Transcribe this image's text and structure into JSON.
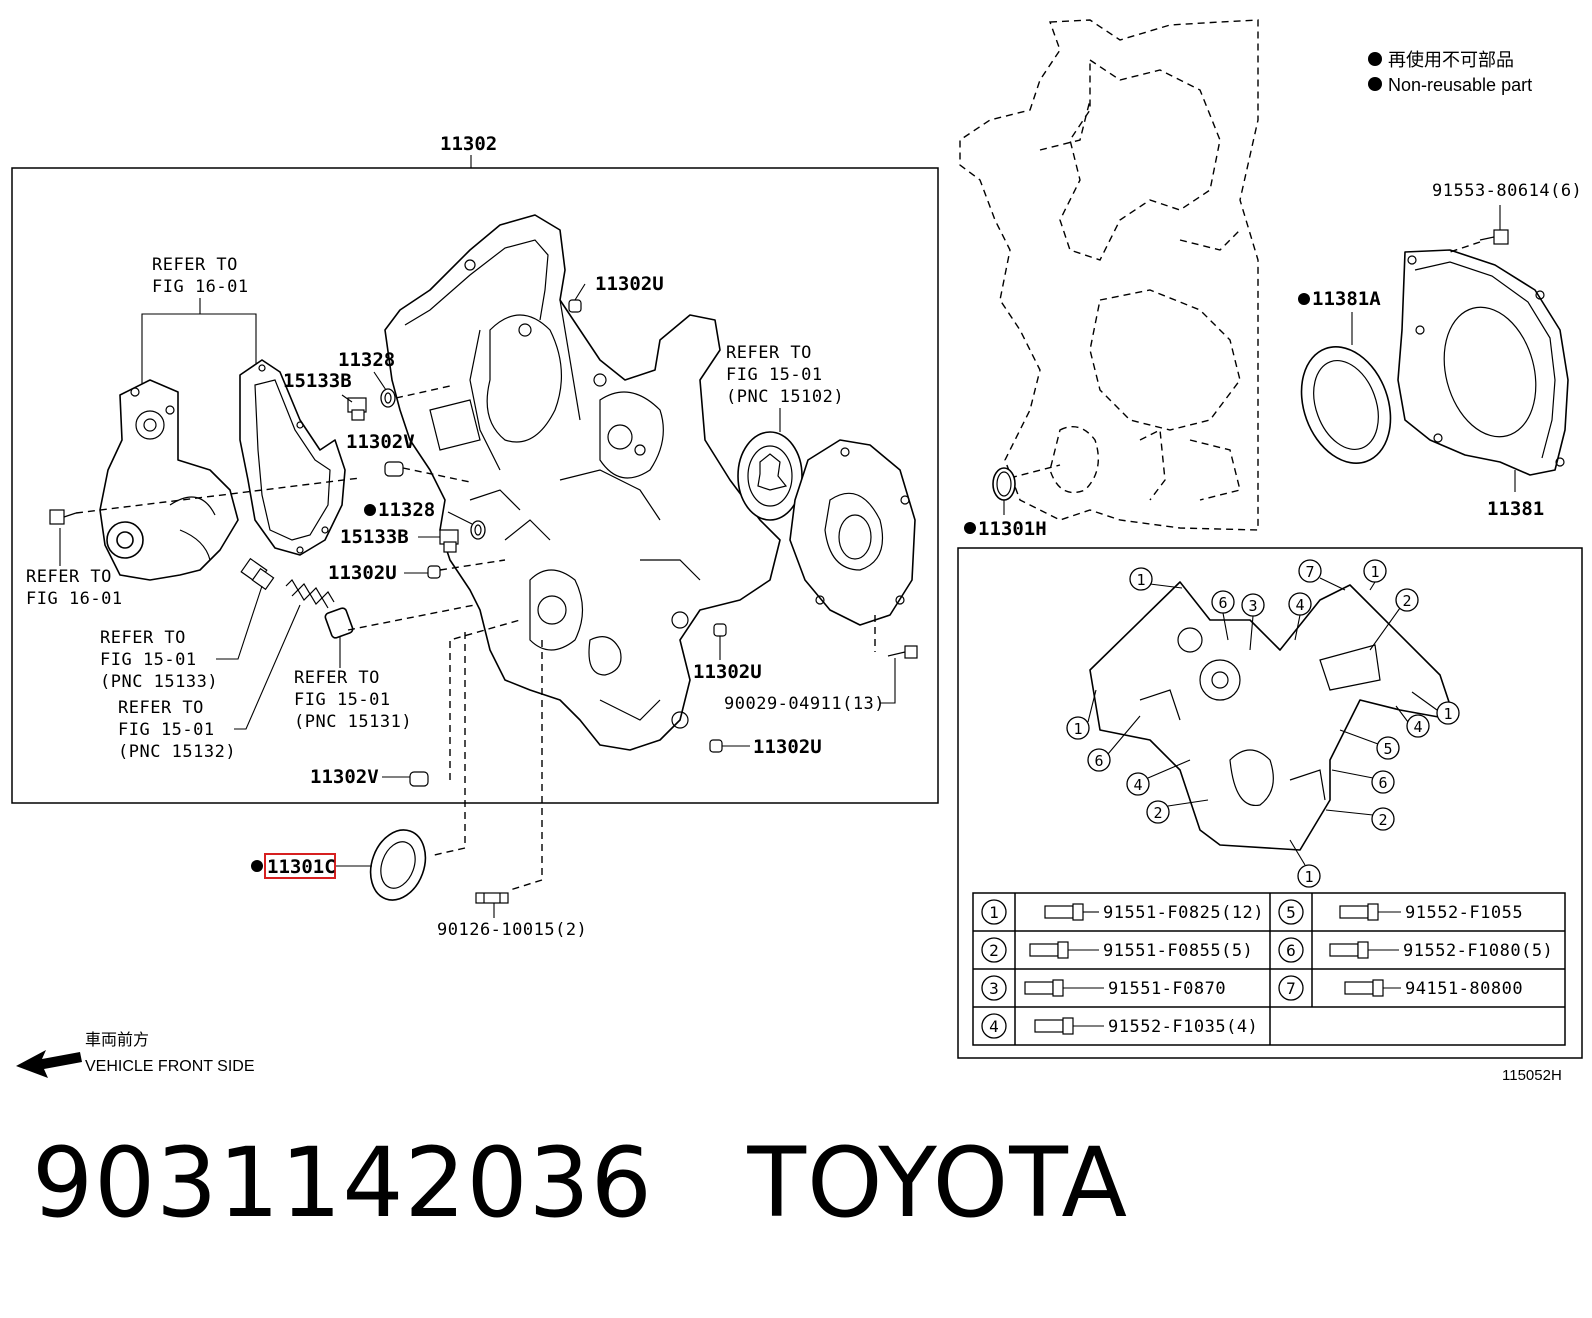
{
  "main_assembly": {
    "part_no": "11302",
    "callouts": {
      "u_top": "11302U",
      "b_top": "15133B",
      "n_11328_top": "11328",
      "v_top": "11302V",
      "n_11328_mid": "11328",
      "b_mid": "15133B",
      "u_mid": "11302U",
      "u_right": "11302U",
      "u_bottom": "11302U",
      "v_bottom": "11302V",
      "bolt_13": "90029-04911(13)"
    },
    "refer_16a": [
      "REFER TO",
      "FIG 16-01"
    ],
    "refer_16b": [
      "REFER TO",
      "FIG 16-01"
    ],
    "refer_15102": [
      "REFER TO",
      "FIG 15-01",
      "(PNC 15102)"
    ],
    "refer_15133": [
      "REFER TO",
      "FIG 15-01",
      "(PNC 15133)"
    ],
    "refer_15132": [
      "REFER TO",
      "FIG 15-01",
      "(PNC 15132)"
    ],
    "refer_15131": [
      "REFER TO",
      "FIG 15-01",
      "(PNC 15131)"
    ]
  },
  "outside_parts": {
    "seal_front": "11301C",
    "stud": "90126-10015(2)"
  },
  "top_right": {
    "legend_jp": "再使用不可部品",
    "legend_en": "Non-reusable part",
    "o_ring": "11301H",
    "seal_rear": "11381A",
    "retainer": "11381",
    "bolt_6": "91553-80614(6)"
  },
  "bolt_map": {
    "numbers": [
      "1",
      "2",
      "3",
      "4",
      "5",
      "6",
      "7"
    ],
    "rows": [
      {
        "n": "1",
        "part": "91551-F0825(12)"
      },
      {
        "n": "2",
        "part": "91551-F0855(5)"
      },
      {
        "n": "3",
        "part": "91551-F0870"
      },
      {
        "n": "4",
        "part": "91552-F1035(4)"
      },
      {
        "n": "5",
        "part": "91552-F1055"
      },
      {
        "n": "6",
        "part": "91552-F1080(5)"
      },
      {
        "n": "7",
        "part": "94151-80800"
      }
    ]
  },
  "footer": {
    "front_jp": "車両前方",
    "front_en": "VEHICLE FRONT SIDE",
    "illustration_code": "115052H",
    "big_part_number": "9031142036",
    "brand": "TOYOTA"
  },
  "colors": {
    "ink": "#000000",
    "highlight": "#d62020",
    "paper": "#ffffff"
  }
}
